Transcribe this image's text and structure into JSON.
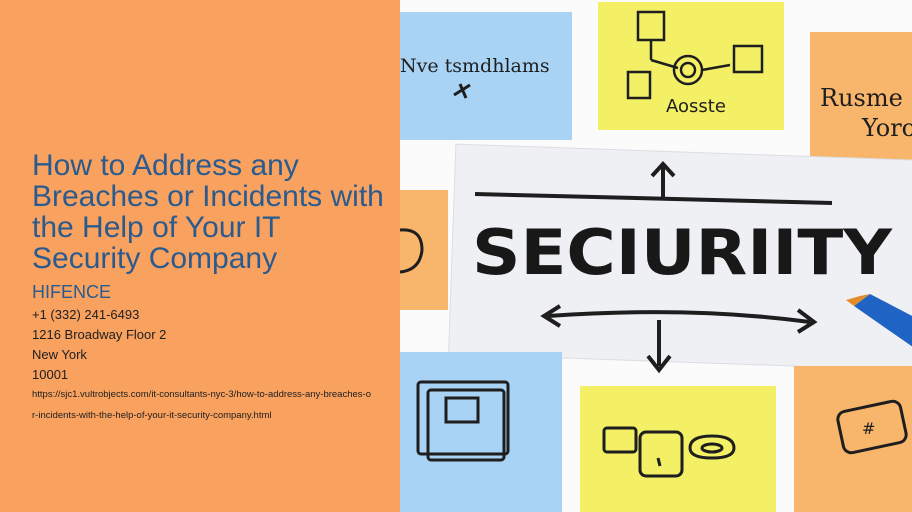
{
  "article": {
    "title": "How to Address any Breaches or Incidents with the Help of Your IT Security Company",
    "company": "HIFENCE",
    "phone": "+1 (332) 241-6493",
    "address": "1216 Broadway Floor 2",
    "city": "New York",
    "zip": "10001",
    "url": "https://sjc1.vultrobjects.com/it-consultants-nyc-3/how-to-address-any-breaches-or-incidents-with-the-help-of-your-it-security-company.html"
  },
  "image": {
    "main_word": "SECIURIITY",
    "note_top_left": "Nve tsmdhlams",
    "note_top_center": "Aosste",
    "note_top_right_1": "Rusme",
    "note_top_right_2": "Yoro"
  },
  "colors": {
    "left_panel": "#f9a15f",
    "title": "#2a5b8e",
    "note_blue": "#a9d3f5",
    "note_yellow": "#f4f066",
    "note_orange": "#f8b56c",
    "marker_blue": "#1f63c4"
  },
  "icons": [
    "plane-icon",
    "network-diagram-icon",
    "arrow-up-icon",
    "arrow-down-icon",
    "double-arrow-icon",
    "tablet-icon",
    "devices-icon",
    "card-icon",
    "marker-icon"
  ]
}
